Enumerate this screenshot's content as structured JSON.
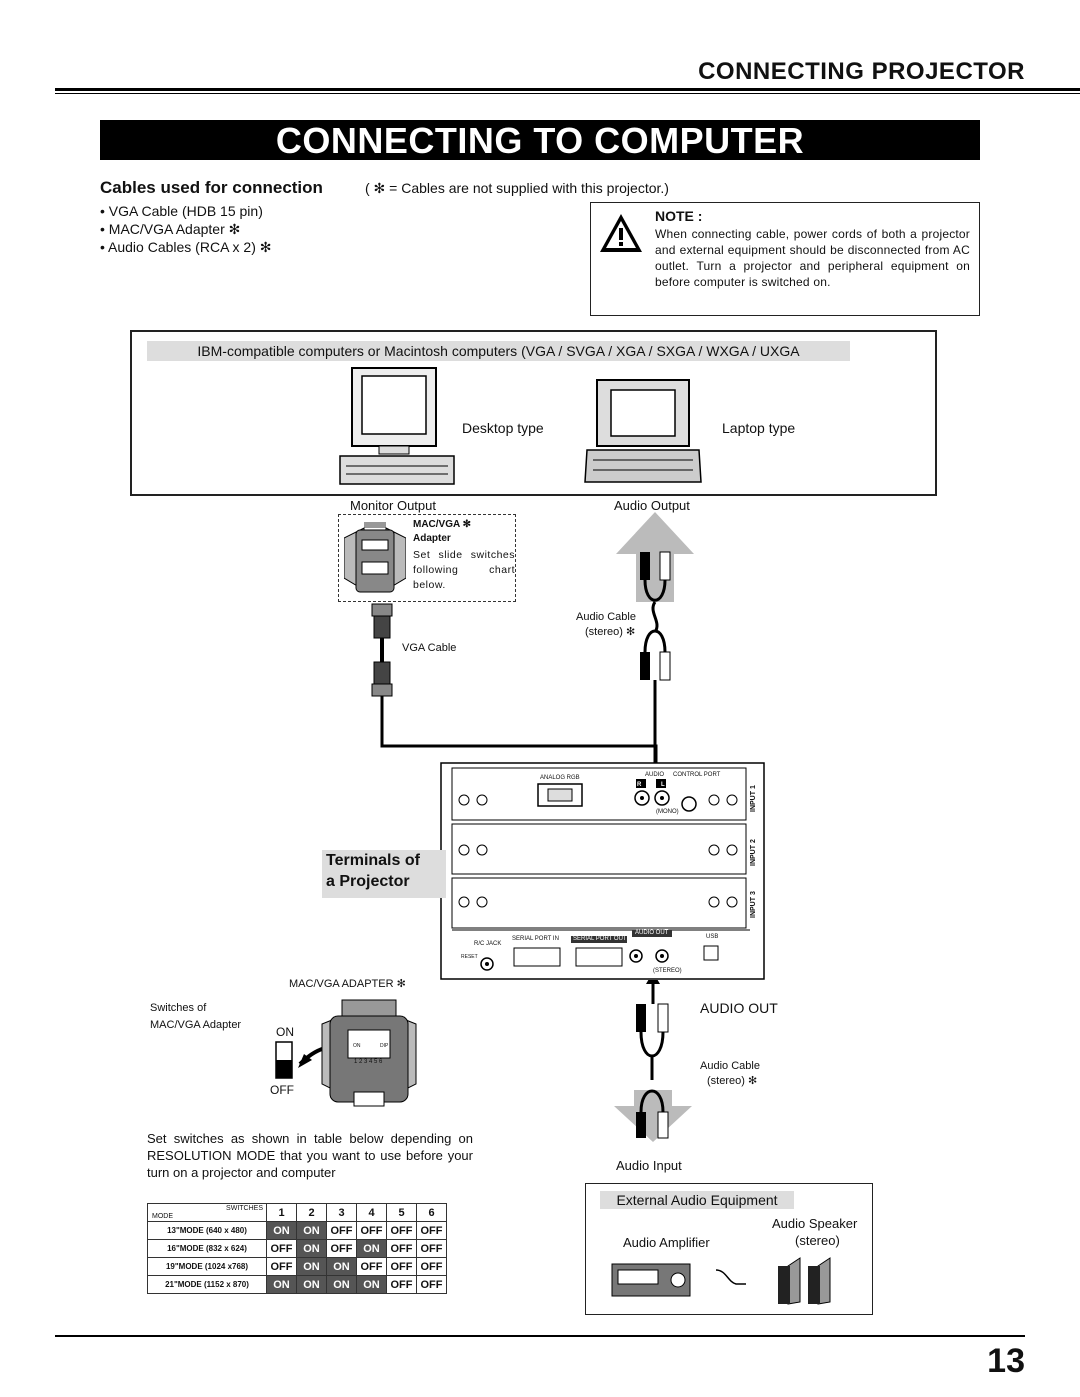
{
  "header": {
    "section_title": "CONNECTING PROJECTOR",
    "main_title": "CONNECTING TO COMPUTER"
  },
  "cables": {
    "heading": "Cables used for connection",
    "note": "( ✻ = Cables are not supplied with this projector.)",
    "items": [
      "• VGA Cable (HDB 15 pin)",
      "• MAC/VGA Adapter ✻",
      "• Audio Cables (RCA x 2) ✻"
    ]
  },
  "note": {
    "title": "NOTE :",
    "text": "When connecting cable, power cords of both a projector and external equipment should be disconnected from AC outlet. Turn a projector and peripheral equipment on before computer is switched on."
  },
  "computers": {
    "strip": "IBM-compatible computers or Macintosh computers (VGA / SVGA / XGA / SXGA / WXGA / UXGA",
    "desktop": "Desktop type",
    "laptop": "Laptop type"
  },
  "diagram": {
    "monitor_output": "Monitor Output",
    "audio_output": "Audio Output",
    "mac_vga": "MAC/VGA ✻",
    "adapter": "Adapter",
    "slide_note": "Set slide switches following chart below.",
    "audio_cable": "Audio Cable",
    "stereo": "(stereo) ✻",
    "vga_cable": "VGA Cable",
    "terminals": "Terminals of",
    "projector": "a Projector",
    "analog_rgb": "ANALOG RGB",
    "audio": "AUDIO",
    "control_port": "CONTROL PORT",
    "mono": "(MONO)",
    "input1": "INPUT 1",
    "input2": "INPUT 2",
    "input3": "INPUT 3",
    "rc_jack": "R/C JACK",
    "reset": "RESET",
    "serial_in": "SERIAL PORT IN",
    "serial_out": "SERIAL PORT OUT",
    "audio_out_port": "AUDIO OUT",
    "usb": "USB",
    "r": "R",
    "l": "L",
    "stereo_small": "(STEREO)",
    "mac_vga_adapter": "MAC/VGA ADAPTER ✻",
    "switches_of": "Switches of",
    "mac_vga_adapter2": "MAC/VGA Adapter",
    "on": "ON",
    "off": "OFF",
    "dip": "DIP",
    "dip_nums": "1 2 3 4 5 6",
    "audio_out": "AUDIO OUT",
    "audio_cable2": "Audio Cable",
    "stereo2": "(stereo) ✻",
    "audio_input": "Audio Input"
  },
  "switch_instructions": "Set switches as shown in table below depending on RESOLUTION MODE that you want to use before your turn on a projector and computer",
  "switch_table": {
    "header_mode": "MODE",
    "header_switches": "SWITCHES",
    "columns": [
      "1",
      "2",
      "3",
      "4",
      "5",
      "6"
    ],
    "rows": [
      {
        "mode": "13\"MODE (640 x 480)",
        "values": [
          "ON",
          "ON",
          "OFF",
          "OFF",
          "OFF",
          "OFF"
        ]
      },
      {
        "mode": "16\"MODE (832 x 624)",
        "values": [
          "OFF",
          "ON",
          "OFF",
          "ON",
          "OFF",
          "OFF"
        ]
      },
      {
        "mode": "19\"MODE (1024 x768)",
        "values": [
          "OFF",
          "ON",
          "ON",
          "OFF",
          "OFF",
          "OFF"
        ]
      },
      {
        "mode": "21\"MODE (1152 x 870)",
        "values": [
          "ON",
          "ON",
          "ON",
          "ON",
          "OFF",
          "OFF"
        ]
      }
    ]
  },
  "external": {
    "title": "External Audio Equipment",
    "amplifier": "Audio Amplifier",
    "speaker": "Audio Speaker",
    "speaker_stereo": "(stereo)"
  },
  "page_number": "13"
}
